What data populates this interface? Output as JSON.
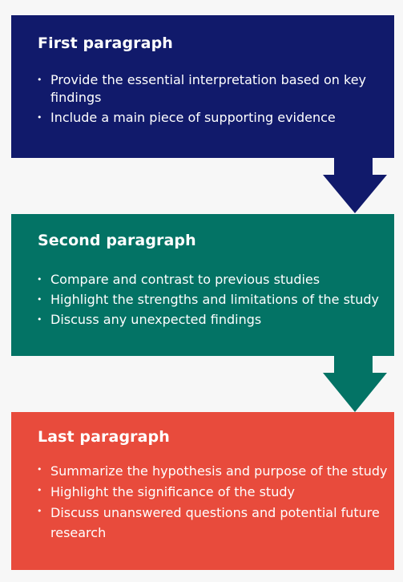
{
  "colors": {
    "first": "#111a6b",
    "second": "#037365",
    "last": "#e84b3c",
    "page_background": "#f7f7f7",
    "text": "#ffffff"
  },
  "sections": [
    {
      "title": "First paragraph",
      "bullets": [
        "Provide the essential interpretation based on key findings",
        "Include a main piece of supporting evidence"
      ]
    },
    {
      "title": "Second paragraph",
      "bullets": [
        "Compare and contrast to previous studies",
        "Highlight the strengths and limitations of the study",
        "Discuss any unexpected findings"
      ]
    },
    {
      "title": "Last paragraph",
      "bullets": [
        "Summarize the hypothesis and purpose of the study",
        "Highlight the significance of the study",
        "Discuss unanswered questions and potential future research"
      ]
    }
  ]
}
